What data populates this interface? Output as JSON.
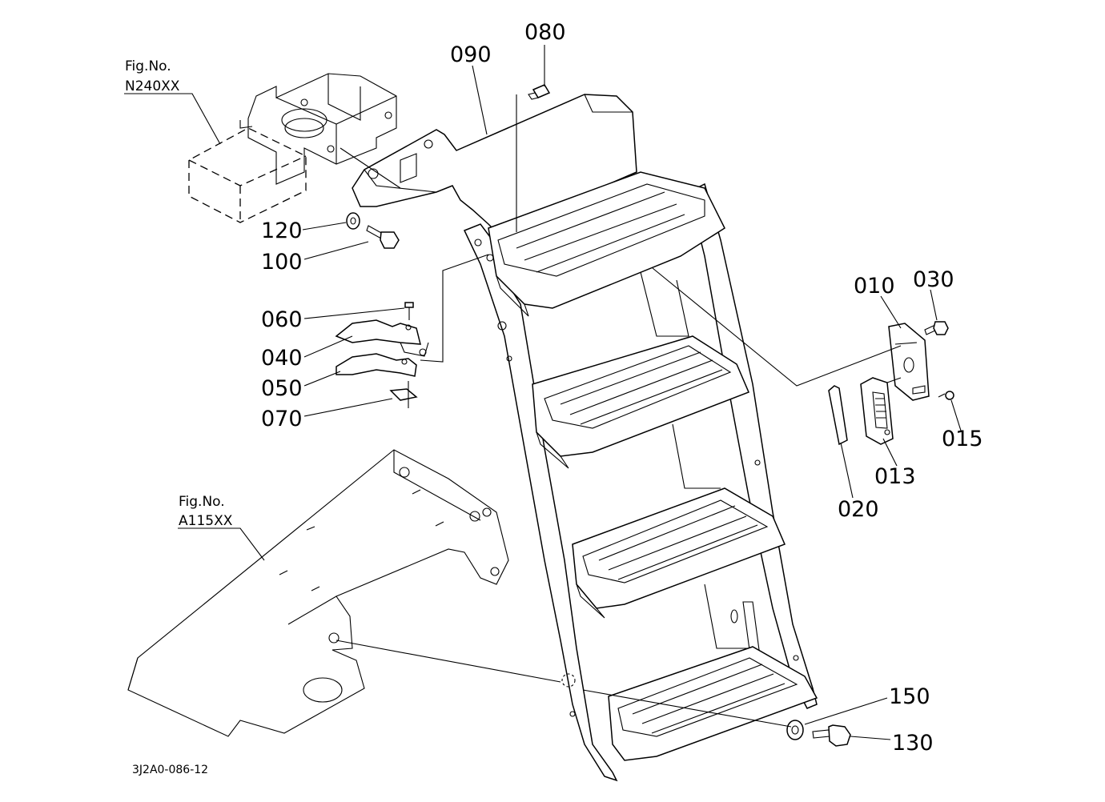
{
  "figures": [
    {
      "id": "n240",
      "line1": "Fig.No.",
      "line2": "N240XX"
    },
    {
      "id": "a115",
      "line1": "Fig.No.",
      "line2": "A115XX"
    }
  ],
  "parts": {
    "p010": "010",
    "p013": "013",
    "p015": "015",
    "p020": "020",
    "p030": "030",
    "p040": "040",
    "p050": "050",
    "p060": "060",
    "p070": "070",
    "p080": "080",
    "p090": "090",
    "p100": "100",
    "p120": "120",
    "p130": "130",
    "p150": "150"
  },
  "drawing_code": "3J2A0-086-12"
}
